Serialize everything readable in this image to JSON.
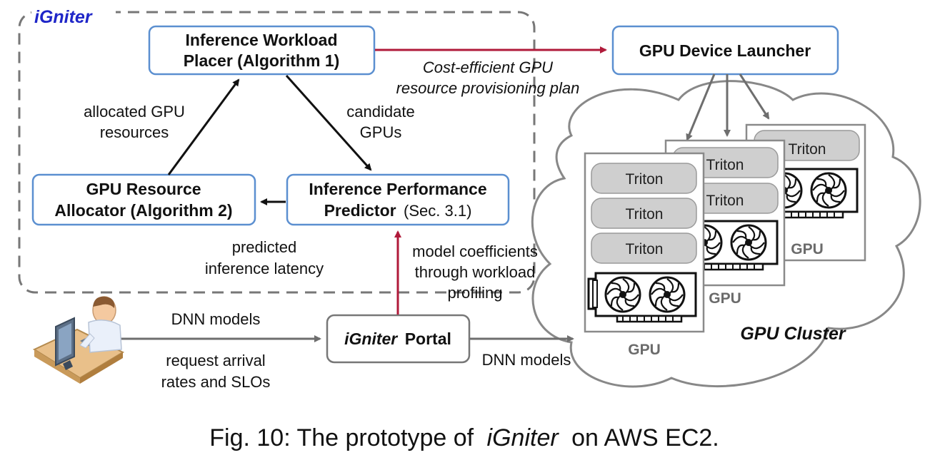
{
  "system": {
    "name": "iGniter"
  },
  "boxes": {
    "placer": {
      "line1": "Inference Workload",
      "line2": "Placer (Algorithm 1)"
    },
    "allocator": {
      "line1": "GPU Resource",
      "line2": "Allocator (Algorithm 2)"
    },
    "predictor": {
      "line1": "Inference Performance",
      "line2_bold": "Predictor",
      "line2_rest": "(Sec. 3.1)"
    },
    "launcher": {
      "label": "GPU Device Launcher"
    },
    "portal": {
      "italic": "iGniter",
      "rest": "Portal"
    }
  },
  "edges": {
    "allocated": {
      "line1": "allocated GPU",
      "line2": "resources"
    },
    "candidate": {
      "line1": "candidate",
      "line2": "GPUs"
    },
    "predicted": {
      "line1": "predicted",
      "line2": "inference latency"
    },
    "plan": {
      "line1": "Cost-efficient GPU",
      "line2": "resource provisioning plan"
    },
    "coefficients": {
      "line1": "model coefficients",
      "line2": "through workload",
      "line3": "profiling"
    },
    "user_dnn": "DNN models",
    "user_rates": {
      "line1": "request arrival",
      "line2": "rates and SLOs"
    },
    "portal_dnn": "DNN models"
  },
  "cluster": {
    "label": "GPU Cluster",
    "gpu_label": "GPU",
    "triton_label": "Triton"
  },
  "caption": {
    "prefix": "Fig. 10: The prototype of",
    "italic": "iGniter",
    "suffix": "on AWS EC2."
  },
  "colors": {
    "blue_border": "#5b8fd0",
    "red_arrow": "#b01a3a",
    "brand_blue": "#1f26c8",
    "grey": "#777777"
  },
  "icons": [
    "user-at-computer-icon",
    "gpu-card-icon",
    "cloud-icon"
  ]
}
